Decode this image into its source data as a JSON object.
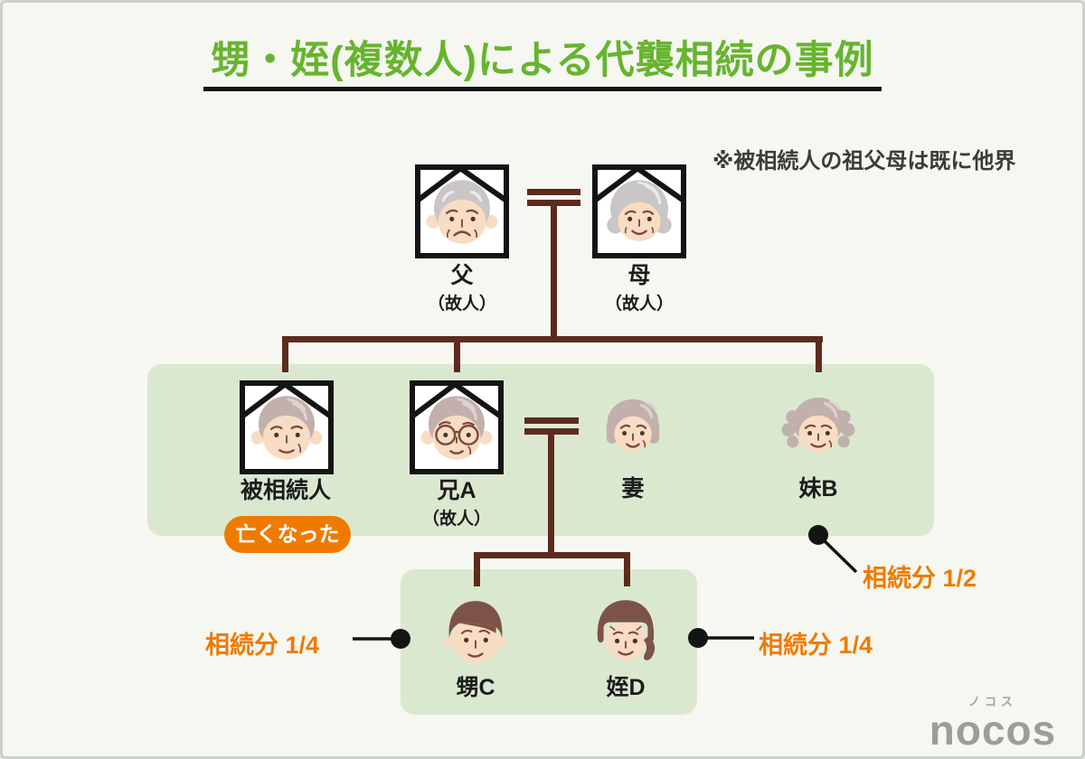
{
  "title": "甥・姪(複数人)による代襲相続の事例",
  "note": "※被相続人の祖父母は既に他界",
  "persons": {
    "father": {
      "name": "父",
      "status": "（故人）"
    },
    "mother": {
      "name": "母",
      "status": "（故人）"
    },
    "decedent": {
      "name": "被相続人",
      "badge": "亡くなった"
    },
    "brother_a": {
      "name": "兄A",
      "status": "（故人）"
    },
    "wife": {
      "name": "妻"
    },
    "sister_b": {
      "name": "妹B"
    },
    "nephew_c": {
      "name": "甥C"
    },
    "niece_d": {
      "name": "姪D"
    }
  },
  "shares": {
    "sister_b": "相続分 1/2",
    "nephew_c": "相続分 1/4",
    "niece_d": "相続分 1/4"
  },
  "logo": {
    "kana": "ノコス",
    "name": "nocos"
  },
  "colors": {
    "title_green": "#67b42f",
    "line_brown": "#5d2b1e",
    "accent_orange": "#ee7b00",
    "box_green": "#dbe8d0",
    "background": "#f5f7f0",
    "logo_gray": "#9c9c9c"
  }
}
